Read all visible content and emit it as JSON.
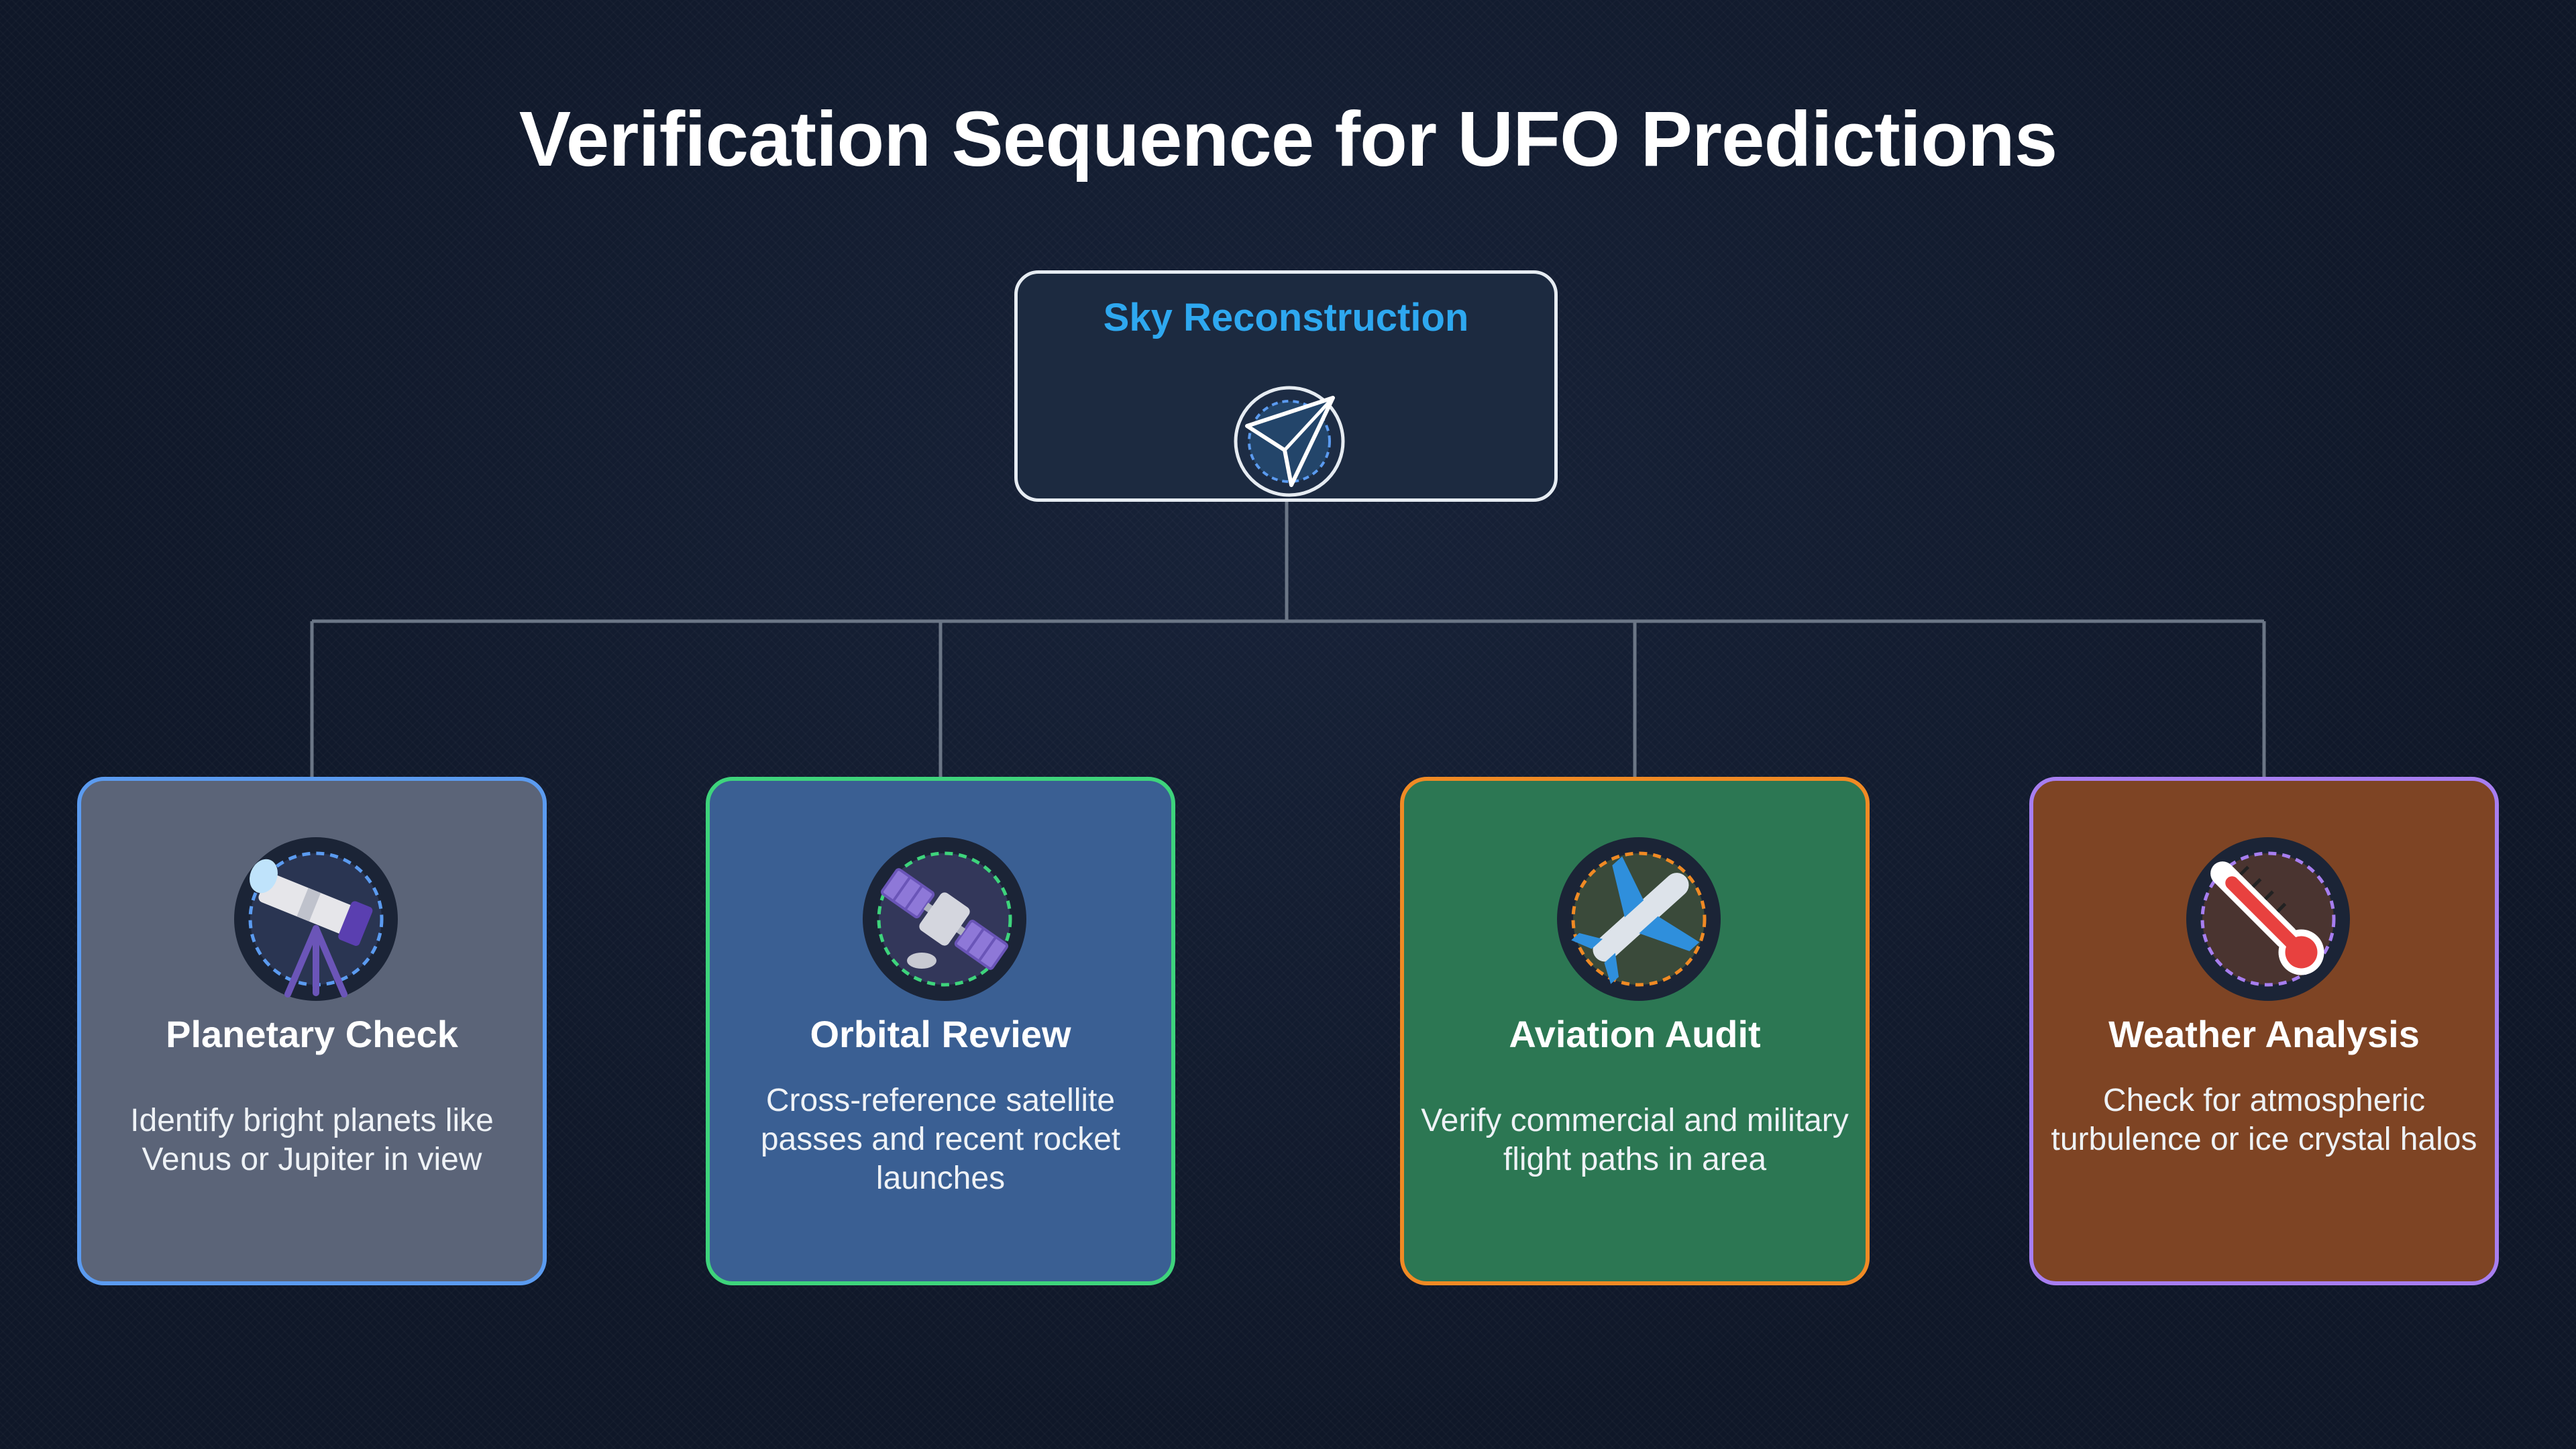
{
  "title": "Verification Sequence for UFO Predictions",
  "root": {
    "label": "Sky Reconstruction",
    "icon": "navigation-arrow-icon"
  },
  "cards": [
    {
      "title": "Planetary Check",
      "description": "Identify bright planets like Venus or Jupiter in view",
      "icon": "telescope-icon",
      "fill": "#5b6478",
      "border": "#5b9bf0"
    },
    {
      "title": "Orbital Review",
      "description": "Cross-reference satellite passes and recent rocket launches",
      "icon": "satellite-icon",
      "fill": "#3a5f93",
      "border": "#3ed47c"
    },
    {
      "title": "Aviation Audit",
      "description": "Verify commercial and military flight paths in area",
      "icon": "airplane-icon",
      "fill": "#2c7753",
      "border": "#f08a24"
    },
    {
      "title": "Weather Analysis",
      "description": "Check for atmospheric turbulence or ice crystal halos",
      "icon": "thermometer-icon",
      "fill": "#7e4424",
      "border": "#a77ef0"
    }
  ],
  "colors": {
    "background": "#111a2b",
    "root_label": "#2ea8f0",
    "connector": "#6b7686"
  }
}
